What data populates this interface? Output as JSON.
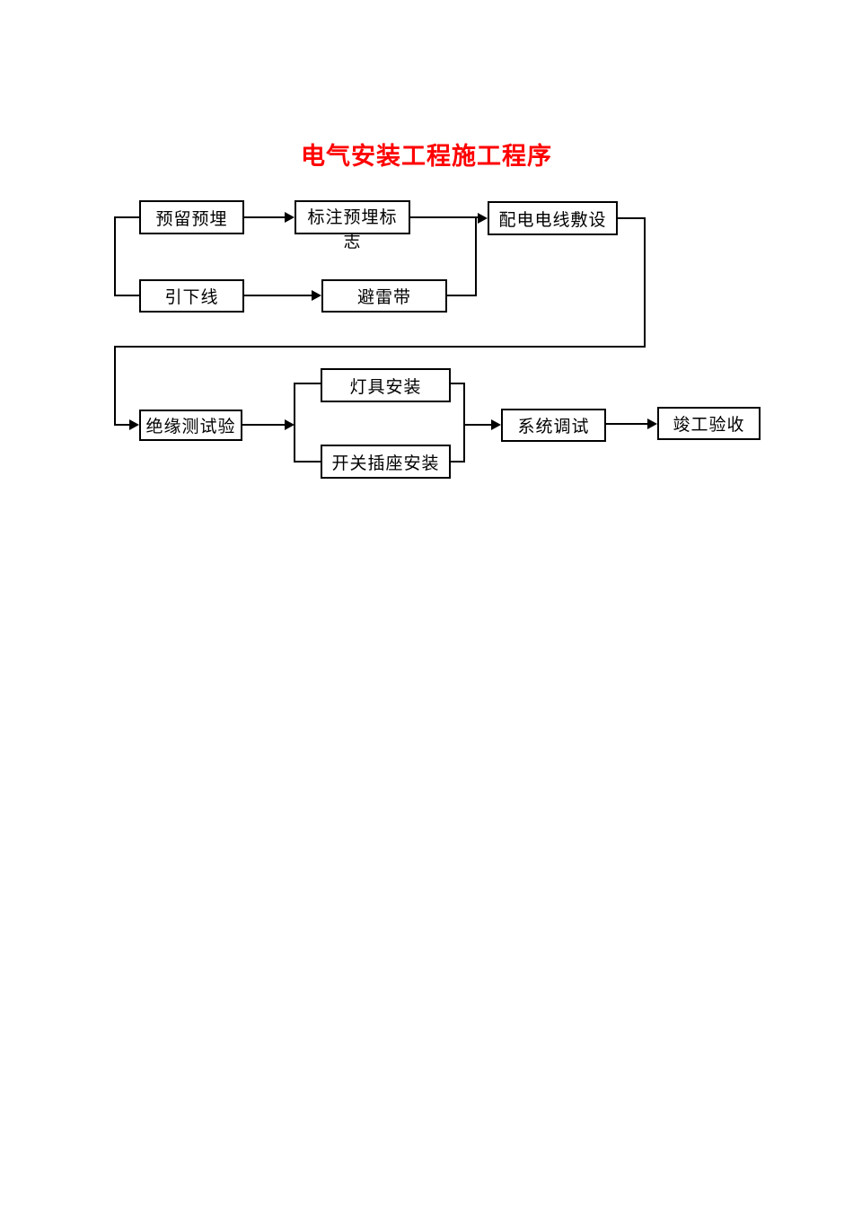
{
  "page": {
    "title": "电气安装工程施工程序",
    "title_color": "#FF0000",
    "background_color": "#FFFFFF",
    "line_color": "#000000"
  },
  "flowchart": {
    "nodes": [
      {
        "id": "pre-embed",
        "label": "预留预埋"
      },
      {
        "id": "mark-embed-sign",
        "label": "标注预埋标志"
      },
      {
        "id": "distribution-wiring",
        "label": "配电电线敷设"
      },
      {
        "id": "down-lead",
        "label": "引下线"
      },
      {
        "id": "lightning-belt",
        "label": "避雷带"
      },
      {
        "id": "insulation-test",
        "label": "绝缘测试验"
      },
      {
        "id": "lamp-install",
        "label": "灯具安装"
      },
      {
        "id": "switch-socket-install",
        "label": "开关插座安装"
      },
      {
        "id": "system-debug",
        "label": "系统调试"
      },
      {
        "id": "completion-acceptance",
        "label": "竣工验收"
      }
    ],
    "connections": [
      {
        "from": "预留预埋",
        "to": "标注预埋标志",
        "arrow": true
      },
      {
        "from": "预留预埋",
        "to": "引下线",
        "arrow": false
      },
      {
        "from": "引下线",
        "to": "避雷带",
        "arrow": true
      },
      {
        "from": "标注预埋标志",
        "to": "配电电线敷设",
        "arrow": true
      },
      {
        "from": "避雷带",
        "to": "配电电线敷设",
        "arrow": true
      },
      {
        "from": "配电电线敷设",
        "to": "绝缘测试验",
        "arrow": true
      },
      {
        "from": "绝缘测试验",
        "to": "灯具安装",
        "arrow": true
      },
      {
        "from": "绝缘测试验",
        "to": "开关插座安装",
        "arrow": true
      },
      {
        "from": "灯具安装",
        "to": "系统调试",
        "arrow": true
      },
      {
        "from": "开关插座安装",
        "to": "系统调试",
        "arrow": true
      },
      {
        "from": "系统调试",
        "to": "竣工验收",
        "arrow": true
      }
    ]
  }
}
